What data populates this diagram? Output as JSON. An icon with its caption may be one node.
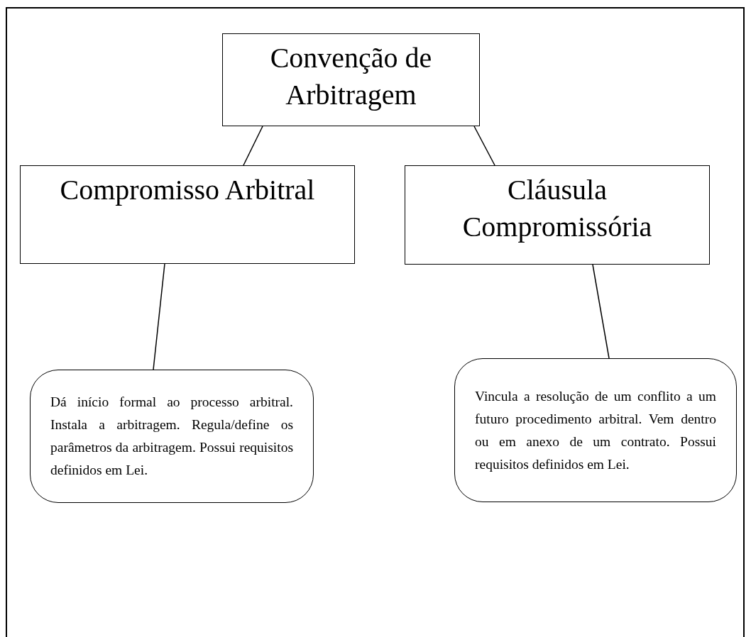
{
  "diagram": {
    "nodes": [
      {
        "text": [
          "Convenção de Arbitragem"
        ]
      },
      {
        "text": [
          "Compromisso Arbitral"
        ]
      },
      {
        "text": [
          "Cláusula Compromissória"
        ]
      },
      {
        "text": [
          "Dá início formal ao processo arbitral. Instala a arbitragem. Regula/define os parâmetros da arbitragem. Possui requisitos definidos em Lei."
        ]
      },
      {
        "text": [
          "Vincula a resolução de um conflito a um futuro procedimento arbitral. Vem dentro ou em anexo de um contrato. Possui requisitos definidos em Lei."
        ]
      }
    ],
    "edges": [
      {
        "from": 0,
        "to": 1,
        "arrow": "none"
      },
      {
        "from": 0,
        "to": 2,
        "arrow": "none"
      },
      {
        "from": 1,
        "to": 3,
        "arrow": "none"
      },
      {
        "from": 2,
        "to": 4,
        "arrow": "none"
      }
    ]
  }
}
